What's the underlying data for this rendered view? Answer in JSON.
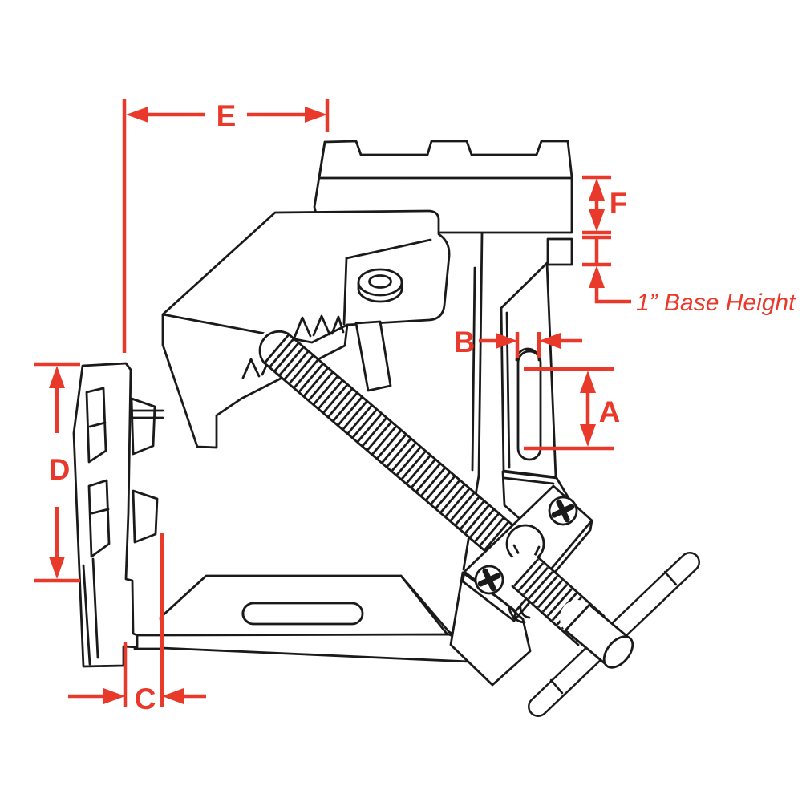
{
  "diagram": {
    "type": "technical-dimension-drawing",
    "subject": "2-axis corner clamp line drawing with red dimension callouts",
    "colors": {
      "dimension_red": "#e8392b",
      "line_black": "#1a1a1a",
      "background": "#ffffff"
    },
    "labels": {
      "a": "A",
      "b": "B",
      "c": "C",
      "d": "D",
      "e": "E",
      "f": "F"
    },
    "annotations": {
      "base_height": "1” Base Height"
    }
  }
}
